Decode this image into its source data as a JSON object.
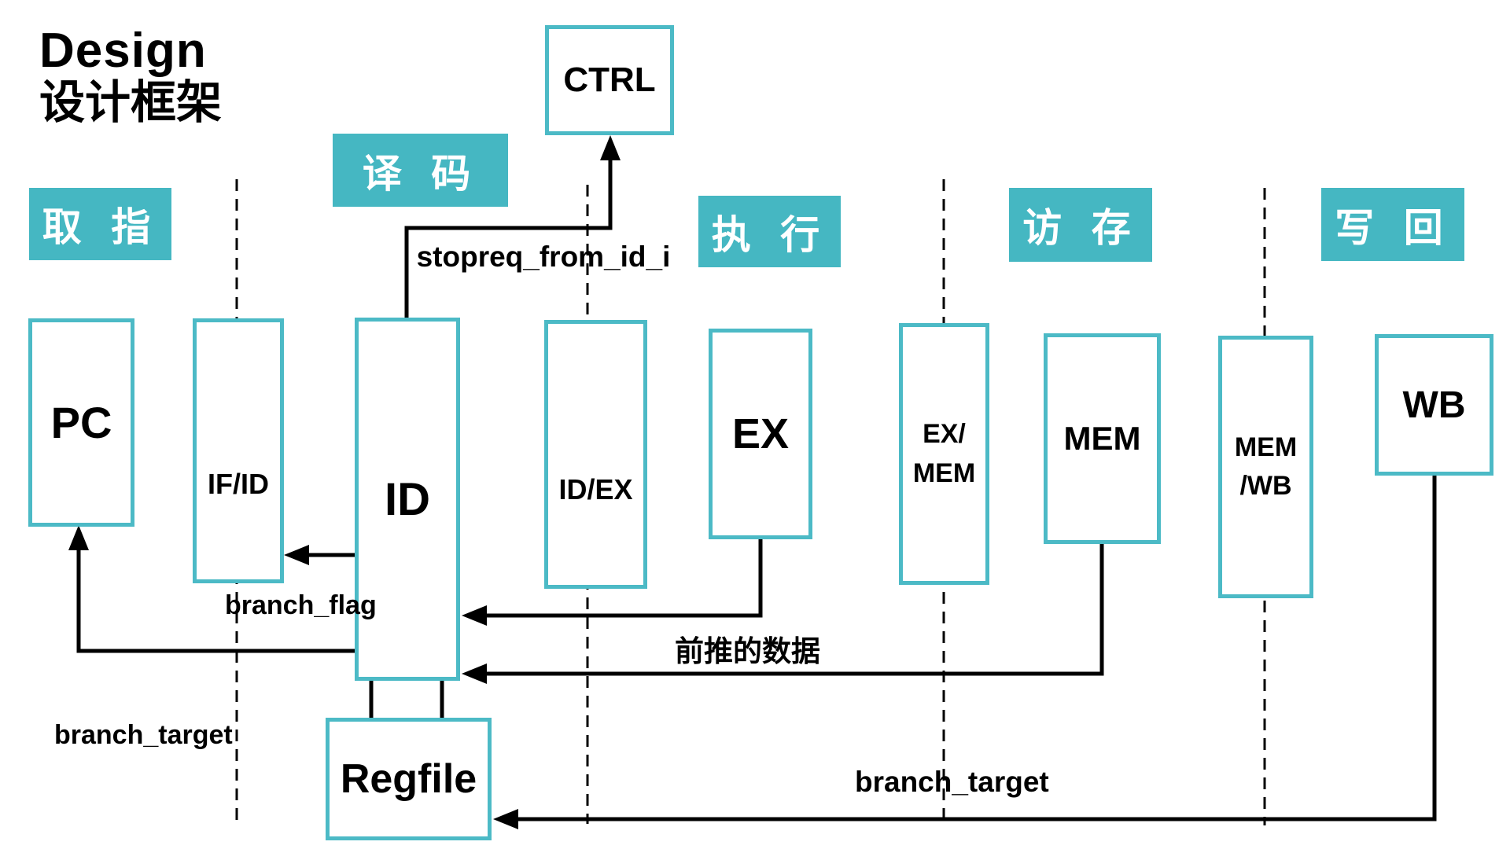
{
  "title": {
    "line1": "Design",
    "line2": "设计框架"
  },
  "stages": [
    {
      "id": "fetch",
      "label": "取 指"
    },
    {
      "id": "decode",
      "label": "译 码"
    },
    {
      "id": "execute",
      "label": "执 行"
    },
    {
      "id": "mem-access",
      "label": "访 存"
    },
    {
      "id": "write-back",
      "label": "写 回"
    }
  ],
  "blocks": {
    "pc": {
      "label": "PC"
    },
    "if_id": {
      "label": "IF/ID"
    },
    "id": {
      "label": "ID"
    },
    "ctrl": {
      "label": "CTRL"
    },
    "id_ex": {
      "label": "ID/EX"
    },
    "ex": {
      "label": "EX"
    },
    "ex_mem": {
      "line1": "EX/",
      "line2": "MEM"
    },
    "mem": {
      "label": "MEM"
    },
    "mem_wb": {
      "line1": "MEM",
      "line2": "/WB"
    },
    "wb": {
      "label": "WB"
    },
    "regfile": {
      "label": "Regfile"
    }
  },
  "signals": {
    "stopreq": "stopreq_from_id_i",
    "branch_flag": "branch_flag",
    "branch_target_left": "branch_target",
    "forward_data": "前推的数据",
    "branch_target_bottom": "branch_target"
  },
  "colors": {
    "stage_badge": "#45b7c2",
    "box_border": "#4cbac6",
    "wire": "#000000",
    "badge_text": "#ffffff",
    "text": "#000000"
  }
}
